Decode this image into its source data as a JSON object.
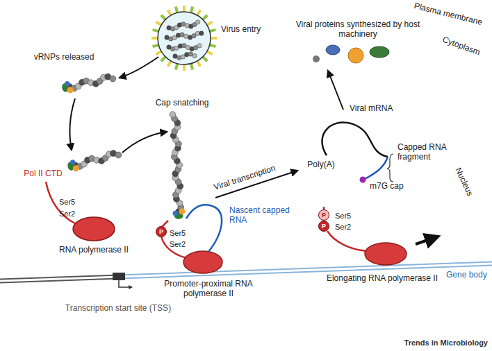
{
  "diagram": {
    "nodes": [
      {
        "text": [
          "Plasma membrane",
          "Cytoplasm"
        ]
      },
      {
        "text": [
          "Nucleus"
        ],
        "in": 0
      },
      {
        "text": [
          "P"
        ],
        "in": 1
      },
      {
        "text": [
          "P"
        ],
        "in": 1
      },
      {
        "text": [
          "P"
        ],
        "in": 1
      }
    ],
    "labels": [
      "Virus entry",
      "vRNPs released",
      "Viral proteins synthesized by host machinery",
      "Cap snatching",
      "Viral transcription",
      "Viral mRNA",
      "Capped RNA fragment",
      "Poly(A)",
      "m7G cap",
      "Pol II CTD",
      "Ser5",
      "Ser2",
      "RNA polymerase II",
      "Nascent capped RNA",
      "Ser5",
      "Ser2",
      "Promoter-proximal RNA polymerase II",
      "Ser5",
      "Ser2",
      "Elongating RNA polymerase II",
      "Transcription start site (TSS)",
      "Gene body",
      "Trends in Microbiology"
    ]
  }
}
